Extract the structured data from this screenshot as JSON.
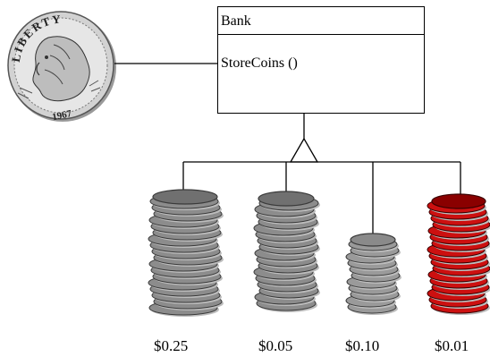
{
  "class_box": {
    "name": "Bank",
    "operation": "StoreCoins ()"
  },
  "coin_image": {
    "icon": "quarter-coin-icon",
    "text": "LIBERTY",
    "year": "1967"
  },
  "stacks": [
    {
      "label": "$0.25",
      "fill": "#8c8c8c",
      "top_fill": "#707070",
      "edge": "#3a3a3a"
    },
    {
      "label": "$0.05",
      "fill": "#8c8c8c",
      "top_fill": "#707070",
      "edge": "#3a3a3a"
    },
    {
      "label": "$0.10",
      "fill": "#9a9a9a",
      "top_fill": "#8a8a8a",
      "edge": "#3a3a3a"
    },
    {
      "label": "$0.01",
      "fill": "#cc1010",
      "top_fill": "#8a0000",
      "edge": "#3a0000"
    }
  ]
}
